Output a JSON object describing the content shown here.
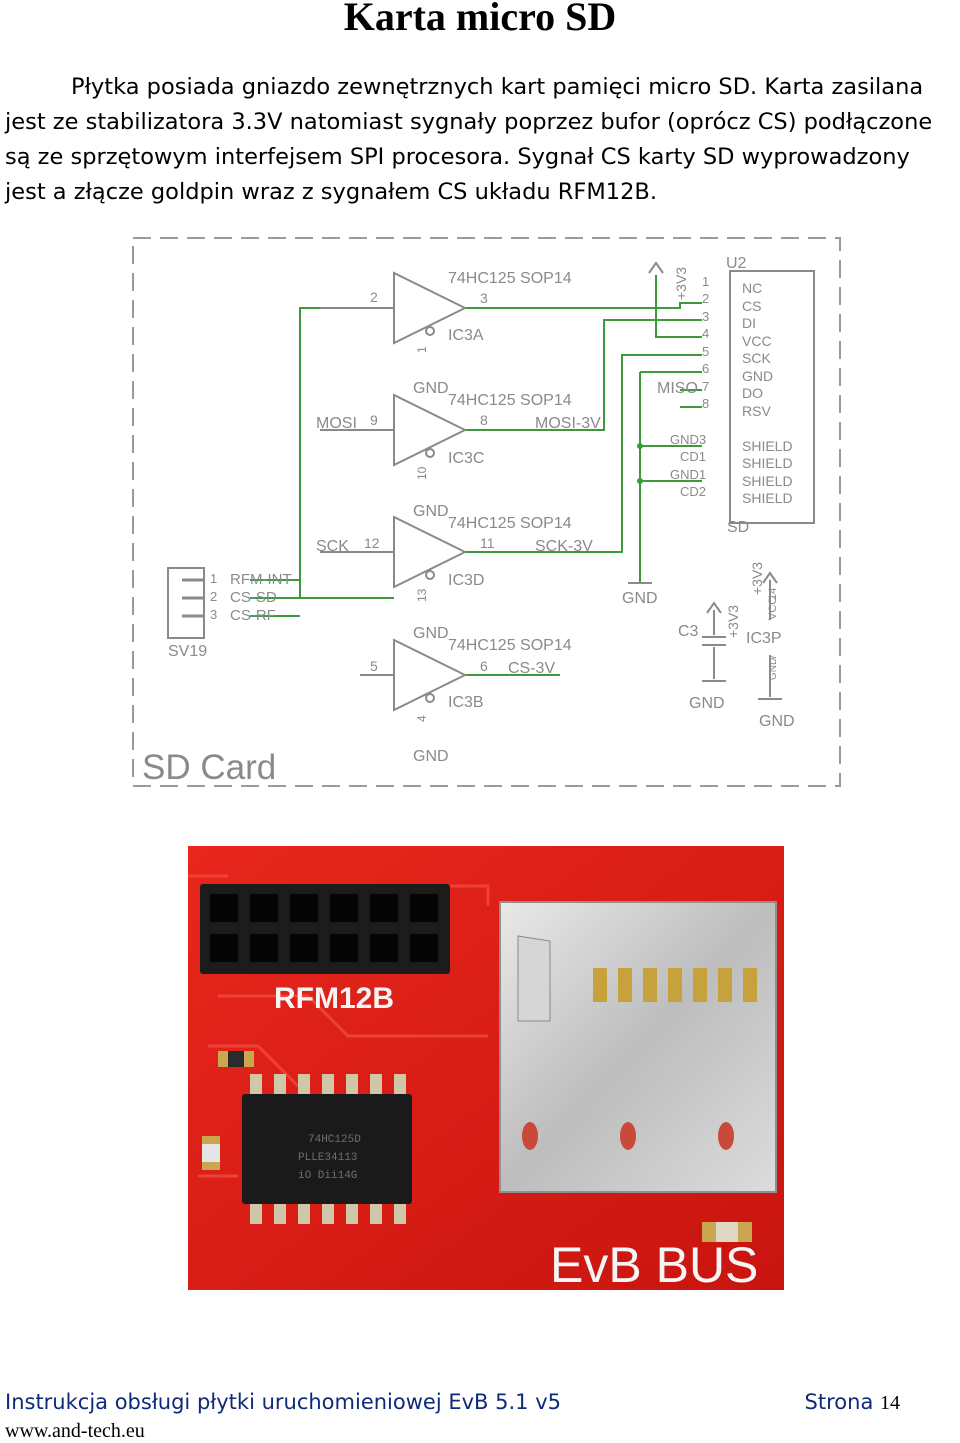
{
  "page": {
    "title": "Karta micro SD",
    "paragraph": [
      "Płytka posiada gniazdo zewnętrznych kart pamięci micro SD. Karta zasilana",
      "jest ze stabilizatora 3.3V natomiast sygnały poprzez bufor (oprócz CS) podłączone",
      "są ze sprzętowym interfejsem SPI procesora. Sygnał CS karty SD wyprowadzony",
      "jest a złącze goldpin wraz z sygnałem CS układu RFM12B."
    ]
  },
  "schematic": {
    "frame_label": "SD Card",
    "buffers": [
      {
        "name": "IC3A",
        "part": "74HC125 SOP14",
        "in_pin": "2",
        "out_pin": "3",
        "oe_pin": "1",
        "gnd": "GND"
      },
      {
        "name": "IC3C",
        "part": "74HC125 SOP14",
        "in_pin": "9",
        "out_pin": "8",
        "oe_pin": "10",
        "gnd": "GND",
        "in_net": "MOSI",
        "out_net": "MOSI-3V"
      },
      {
        "name": "IC3D",
        "part": "74HC125 SOP14",
        "in_pin": "12",
        "out_pin": "11",
        "oe_pin": "13",
        "gnd": "GND",
        "in_net": "SCK",
        "out_net": "SCK-3V"
      },
      {
        "name": "IC3B",
        "part": "74HC125 SOP14",
        "in_pin": "5",
        "out_pin": "6",
        "oe_pin": "4",
        "gnd": "GND",
        "out_net": "CS-3V"
      }
    ],
    "sd": {
      "ref": "U2",
      "name": "SD",
      "pin_numbers": [
        "1",
        "2",
        "3",
        "4",
        "5",
        "6",
        "7",
        "8"
      ],
      "pin_names": [
        "NC",
        "CS",
        "DI",
        "VCC",
        "SCK",
        "GND",
        "DO",
        "RSV"
      ],
      "shield_pins": [
        "GND3",
        "CD1",
        "GND1",
        "CD2"
      ],
      "shield_names": [
        "SHIELD",
        "SHIELD",
        "SHIELD",
        "SHIELD"
      ],
      "miso": "MISO",
      "supply": "+3V3",
      "gnd": "GND"
    },
    "connector": {
      "name": "SV19",
      "pins": [
        "1",
        "2",
        "3"
      ],
      "nets": [
        "RFM-INT",
        "CS-SD",
        "CS-RF"
      ]
    },
    "capacitor": {
      "name": "C3",
      "supply": "+3V3",
      "gnd": "GND"
    },
    "power": {
      "name": "IC3P",
      "vcc": "VCC",
      "vcc_pin": "14",
      "gnd": "GND",
      "gnd_pin": "7",
      "supply": "+3V3",
      "gnd_label": "GND"
    }
  },
  "photo": {
    "silk_rfm": "RFM12B",
    "silk_bus": "EvB BUS",
    "chip_marking": [
      "74HC125D",
      "PLLE34113",
      "iO Dii14G"
    ]
  },
  "footer": {
    "left": "Instrukcja obsługi płytki uruchomieniowej EvB 5.1 v5",
    "page_label": "Strona",
    "page_number": "14",
    "url": "www.and-tech.eu"
  },
  "colors": {
    "wire": "#3c9a3c",
    "pcb": "#d91f1a",
    "schematic_text": "#8a8a8a",
    "footer_text": "#102a7a"
  }
}
